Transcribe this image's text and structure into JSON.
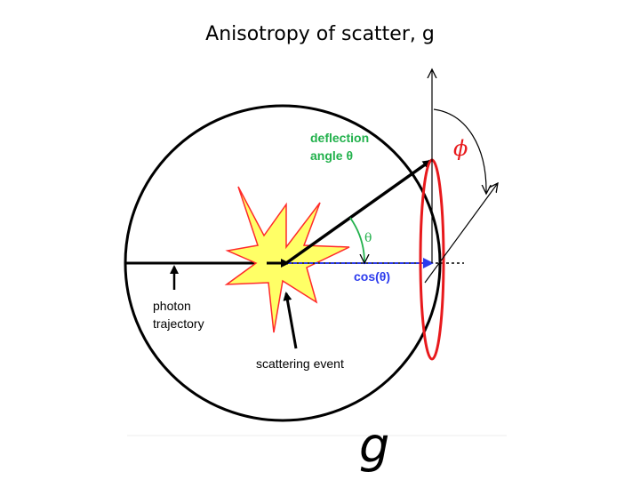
{
  "title": "Anisotropy of scatter, g",
  "symbol_g": "g",
  "labels": {
    "deflection_line1": "deflection",
    "deflection_line2": "angle θ",
    "theta": "θ",
    "cos_theta": "cos(θ)",
    "phi": "ϕ",
    "photon_line1": "photon",
    "photon_line2": "trajectory",
    "scattering_event": "scattering event"
  },
  "colors": {
    "deflection_text": "#22b14c",
    "theta_arc": "#22b14c",
    "cos_theta": "#2b3aed",
    "phi": "#e8191c",
    "red_ring": "#e8191c",
    "burst_fill": "#ffff66",
    "burst_stroke": "#ff2a2a",
    "lines": "#000000"
  }
}
